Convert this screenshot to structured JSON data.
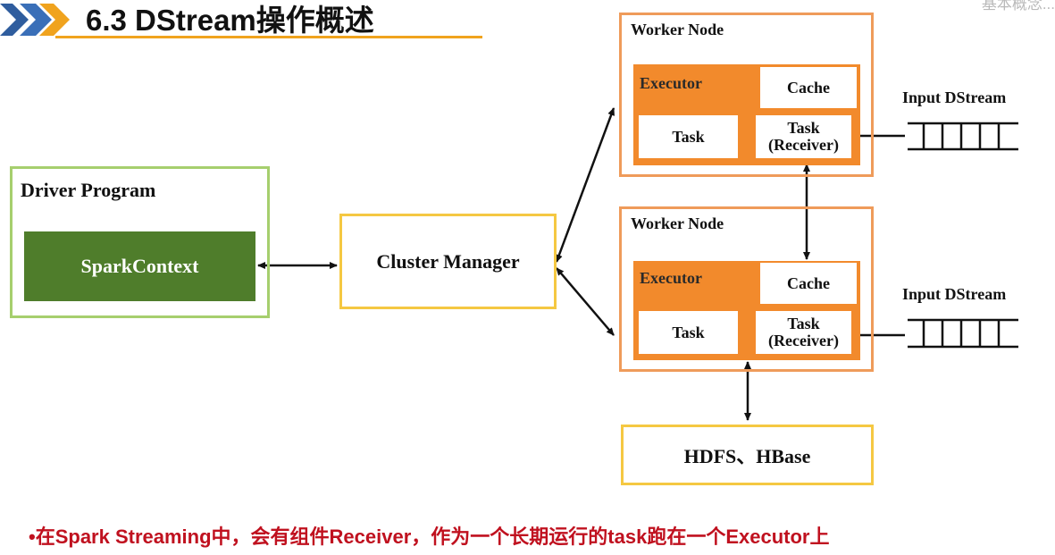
{
  "header": {
    "title": "6.3 DStream操作概述",
    "corner_text": "基本概念..."
  },
  "driver": {
    "label": "Driver Program",
    "spark_context": "SparkContext"
  },
  "cluster_manager": {
    "label": "Cluster Manager"
  },
  "workers": [
    {
      "label": "Worker Node",
      "executor": "Executor",
      "cache": "Cache",
      "task": "Task",
      "receiver_task": "Task",
      "receiver_sub": "(Receiver)",
      "input": "Input DStream"
    },
    {
      "label": "Worker Node",
      "executor": "Executor",
      "cache": "Cache",
      "task": "Task",
      "receiver_task": "Task",
      "receiver_sub": "(Receiver)",
      "input": "Input DStream"
    }
  ],
  "storage": {
    "label": "HDFS、HBase"
  },
  "footer": {
    "note": "•在Spark Streaming中，会有组件Receiver，作为一个长期运行的task跑在一个Executor上"
  },
  "colors": {
    "accent_orange": "#f28a2c",
    "worker_border": "#ef9b5a",
    "driver_border": "#a6cf6e",
    "spark_fill": "#4f7d2b",
    "cluster_border": "#f5c842",
    "footer_text": "#c0111f"
  }
}
